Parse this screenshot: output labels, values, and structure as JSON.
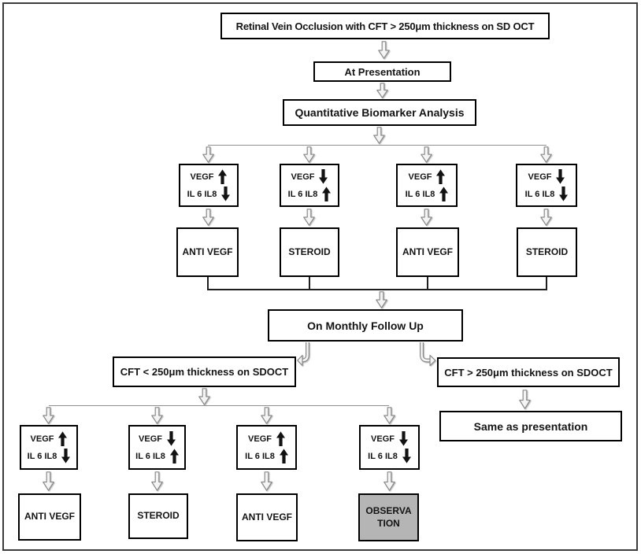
{
  "nodes": {
    "title": "Retinal Vein Occlusion with CFT > 250μm thickness on SD OCT",
    "at_presentation": "At Presentation",
    "analysis": "Quantitative Biomarker Analysis",
    "monthly_follow_up": "On Monthly Follow Up"
  },
  "presentation_branch": {
    "columns": [
      {
        "marker1": "VEGF",
        "dir1": "up",
        "marker2": "IL 6 IL8",
        "dir2": "down",
        "treatment": "ANTI VEGF"
      },
      {
        "marker1": "VEGF",
        "dir1": "down",
        "marker2": "IL 6 IL8",
        "dir2": "up",
        "treatment": "STEROID"
      },
      {
        "marker1": "VEGF",
        "dir1": "up",
        "marker2": "IL 6 IL8",
        "dir2": "up",
        "treatment": "ANTI VEGF"
      },
      {
        "marker1": "VEGF",
        "dir1": "down",
        "marker2": "IL 6 IL8",
        "dir2": "down",
        "treatment": "STEROID"
      }
    ]
  },
  "followup_left": {
    "condition": "CFT < 250μm thickness on SDOCT",
    "columns": [
      {
        "marker1": "VEGF",
        "dir1": "up",
        "marker2": "IL 6 IL8",
        "dir2": "down",
        "treatment": "ANTI VEGF"
      },
      {
        "marker1": "VEGF",
        "dir1": "down",
        "marker2": "IL 6 IL8",
        "dir2": "up",
        "treatment": "STEROID"
      },
      {
        "marker1": "VEGF",
        "dir1": "up",
        "marker2": "IL 6 IL8",
        "dir2": "up",
        "treatment": "ANTI VEGF"
      },
      {
        "marker1": "VEGF",
        "dir1": "down",
        "marker2": "IL 6 IL8",
        "dir2": "down",
        "treatment": "OBSERVA TION",
        "highlighted": true
      }
    ]
  },
  "followup_right": {
    "condition": "CFT > 250μm thickness on SDOCT",
    "outcome": "Same as presentation"
  },
  "colors": {
    "box_border": "#000000",
    "highlight_box_fill": "#b5b5b5",
    "connector_gray": "#8f8f8f",
    "connector_dark": "#1f1f1f",
    "arrow_fill": "#f4f4f4",
    "arrow_stroke": "#8a8a8a"
  }
}
